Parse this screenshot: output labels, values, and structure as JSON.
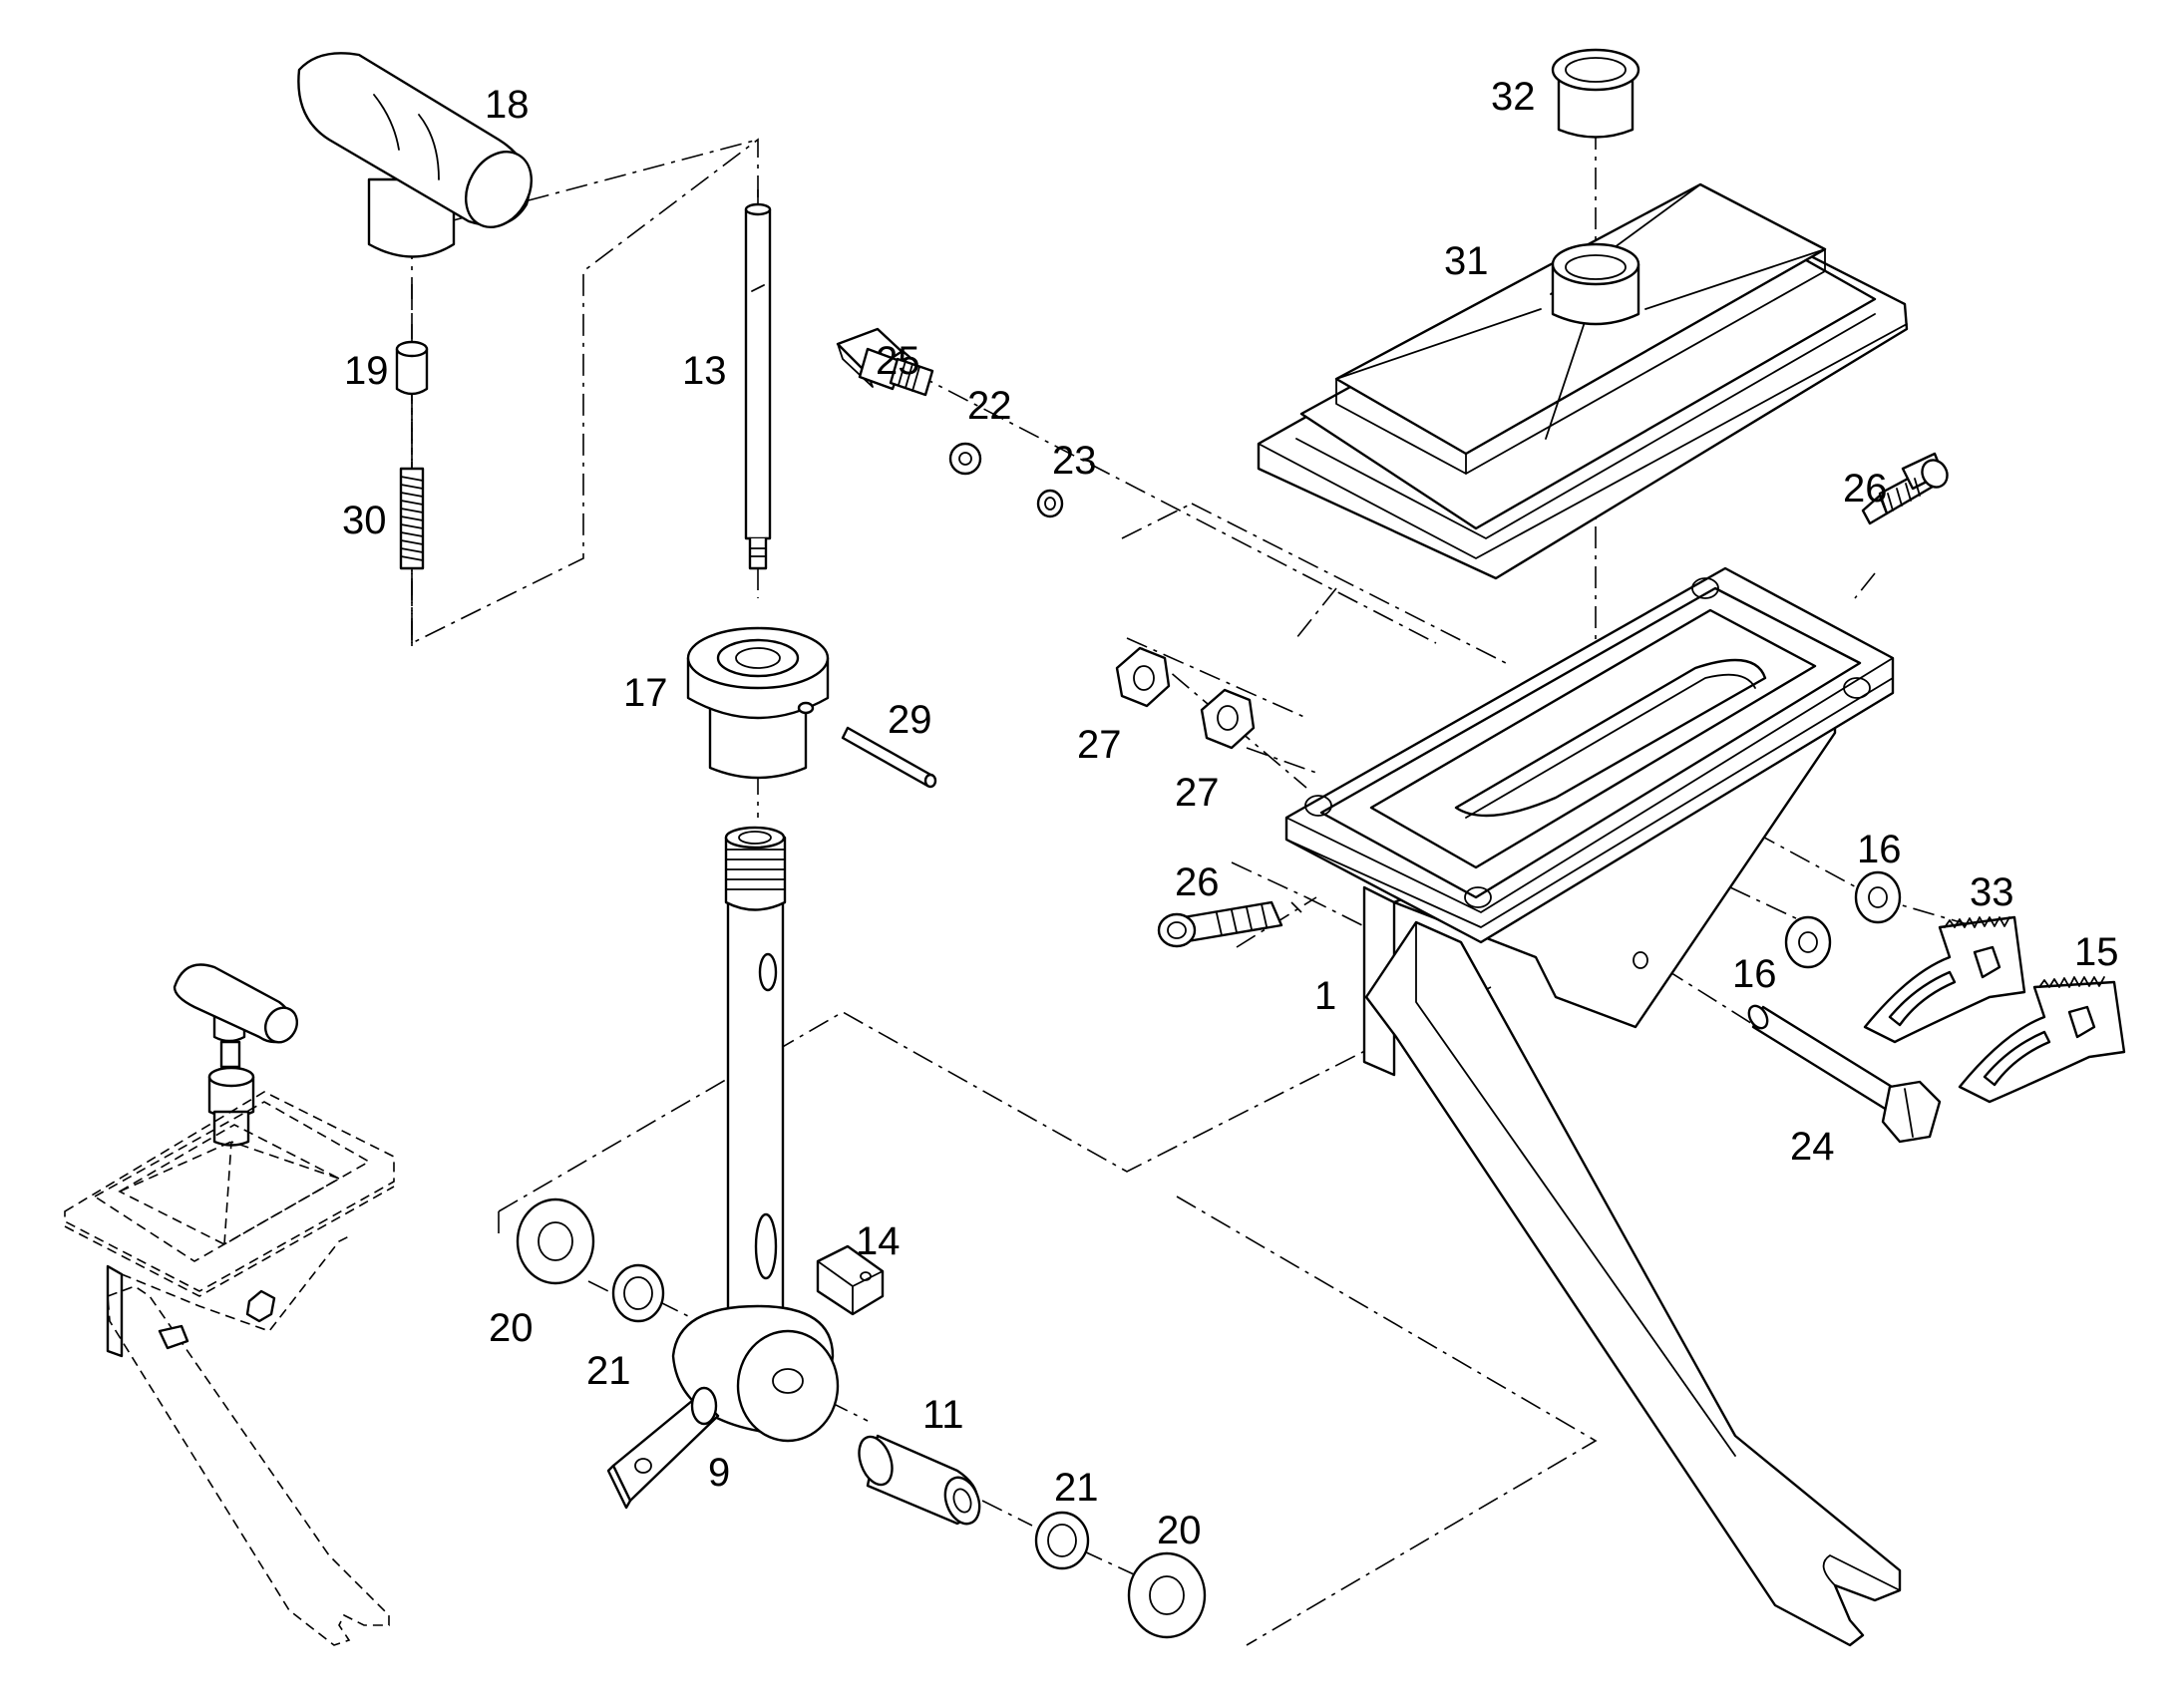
{
  "labels": {
    "n1": "1",
    "n9": "9",
    "n11": "11",
    "n13": "13",
    "n14": "14",
    "n15": "15",
    "n16": "16",
    "n17": "17",
    "n18": "18",
    "n19": "19",
    "n20": "20",
    "n21": "21",
    "n22": "22",
    "n23": "23",
    "n24": "24",
    "n25": "25",
    "n26": "26",
    "n27": "27",
    "n29": "29",
    "n30": "30",
    "n31": "31",
    "n32": "32",
    "n33": "33"
  }
}
